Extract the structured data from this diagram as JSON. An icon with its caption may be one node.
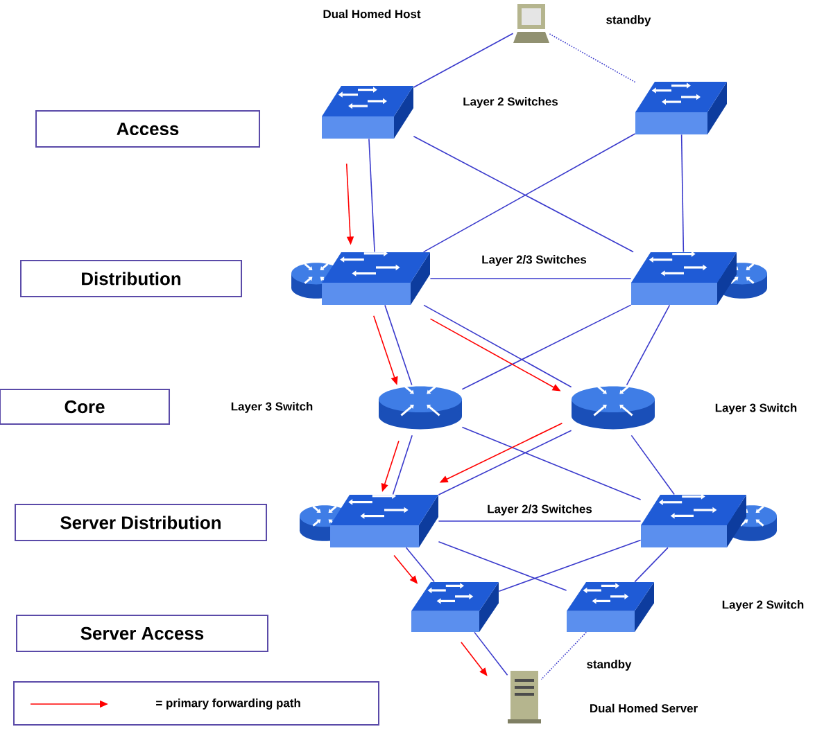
{
  "diagram": {
    "nodes": [
      {
        "text": [
          "Access"
        ]
      },
      {
        "text": [
          "Distribution"
        ]
      },
      {
        "text": [
          "Core"
        ]
      },
      {
        "text": [
          "Server Distribution"
        ]
      },
      {
        "text": [
          "Server Access"
        ]
      },
      {
        "text": [],
        "shape": "computer"
      },
      {
        "text": [],
        "shape": "switch"
      },
      {
        "text": [],
        "shape": "switch"
      },
      {
        "text": [],
        "shape": "switch"
      },
      {
        "text": [],
        "shape": "switch"
      },
      {
        "text": [],
        "shape": "router"
      },
      {
        "text": [],
        "shape": "router"
      },
      {
        "text": [],
        "shape": "switch"
      },
      {
        "text": [],
        "shape": "switch"
      },
      {
        "text": [],
        "shape": "switch"
      },
      {
        "text": [],
        "shape": "switch"
      },
      {
        "text": [],
        "shape": "server"
      }
    ],
    "edges": [
      {
        "from": 5,
        "to": 6,
        "arrow": "none"
      },
      {
        "from": 5,
        "to": 7,
        "arrow": "none",
        "style": "dashed"
      },
      {
        "from": 6,
        "to": 8,
        "arrow": "none"
      },
      {
        "from": 6,
        "to": 9,
        "arrow": "none"
      },
      {
        "from": 7,
        "to": 8,
        "arrow": "none"
      },
      {
        "from": 7,
        "to": 9,
        "arrow": "none"
      },
      {
        "from": 8,
        "to": 9,
        "arrow": "none"
      },
      {
        "from": 8,
        "to": 10,
        "arrow": "none"
      },
      {
        "from": 8,
        "to": 11,
        "arrow": "none"
      },
      {
        "from": 9,
        "to": 10,
        "arrow": "none"
      },
      {
        "from": 9,
        "to": 11,
        "arrow": "none"
      },
      {
        "from": 10,
        "to": 12,
        "arrow": "none"
      },
      {
        "from": 10,
        "to": 13,
        "arrow": "none"
      },
      {
        "from": 11,
        "to": 12,
        "arrow": "none"
      },
      {
        "from": 11,
        "to": 13,
        "arrow": "none"
      },
      {
        "from": 12,
        "to": 13,
        "arrow": "none"
      },
      {
        "from": 12,
        "to": 14,
        "arrow": "none"
      },
      {
        "from": 12,
        "to": 15,
        "arrow": "none"
      },
      {
        "from": 13,
        "to": 14,
        "arrow": "none"
      },
      {
        "from": 13,
        "to": 15,
        "arrow": "none"
      },
      {
        "from": 14,
        "to": 16,
        "arrow": "none"
      },
      {
        "from": 15,
        "to": 16,
        "arrow": "none",
        "style": "dashed"
      },
      {
        "from": 6,
        "to": 8,
        "arrow": "to",
        "color": "#ff0000"
      },
      {
        "from": 8,
        "to": 10,
        "arrow": "to",
        "color": "#ff0000"
      },
      {
        "from": 8,
        "to": 11,
        "arrow": "to",
        "color": "#ff0000"
      },
      {
        "from": 10,
        "to": 12,
        "arrow": "to",
        "color": "#ff0000"
      },
      {
        "from": 11,
        "to": 12,
        "arrow": "to",
        "color": "#ff0000"
      },
      {
        "from": 12,
        "to": 14,
        "arrow": "to",
        "color": "#ff0000"
      },
      {
        "from": 14,
        "to": 16,
        "arrow": "to",
        "color": "#ff0000"
      }
    ],
    "labels": [
      "Dual Homed Host",
      "standby",
      "Layer 2 Switches",
      "Layer 2/3 Switches",
      "Layer 3 Switch",
      "Layer 3 Switch",
      "Layer 2/3 Switches",
      "Layer 2 Switch",
      "standby",
      "Dual Homed Server"
    ],
    "legend": [
      {
        "text": "= primary forwarding path"
      }
    ]
  }
}
